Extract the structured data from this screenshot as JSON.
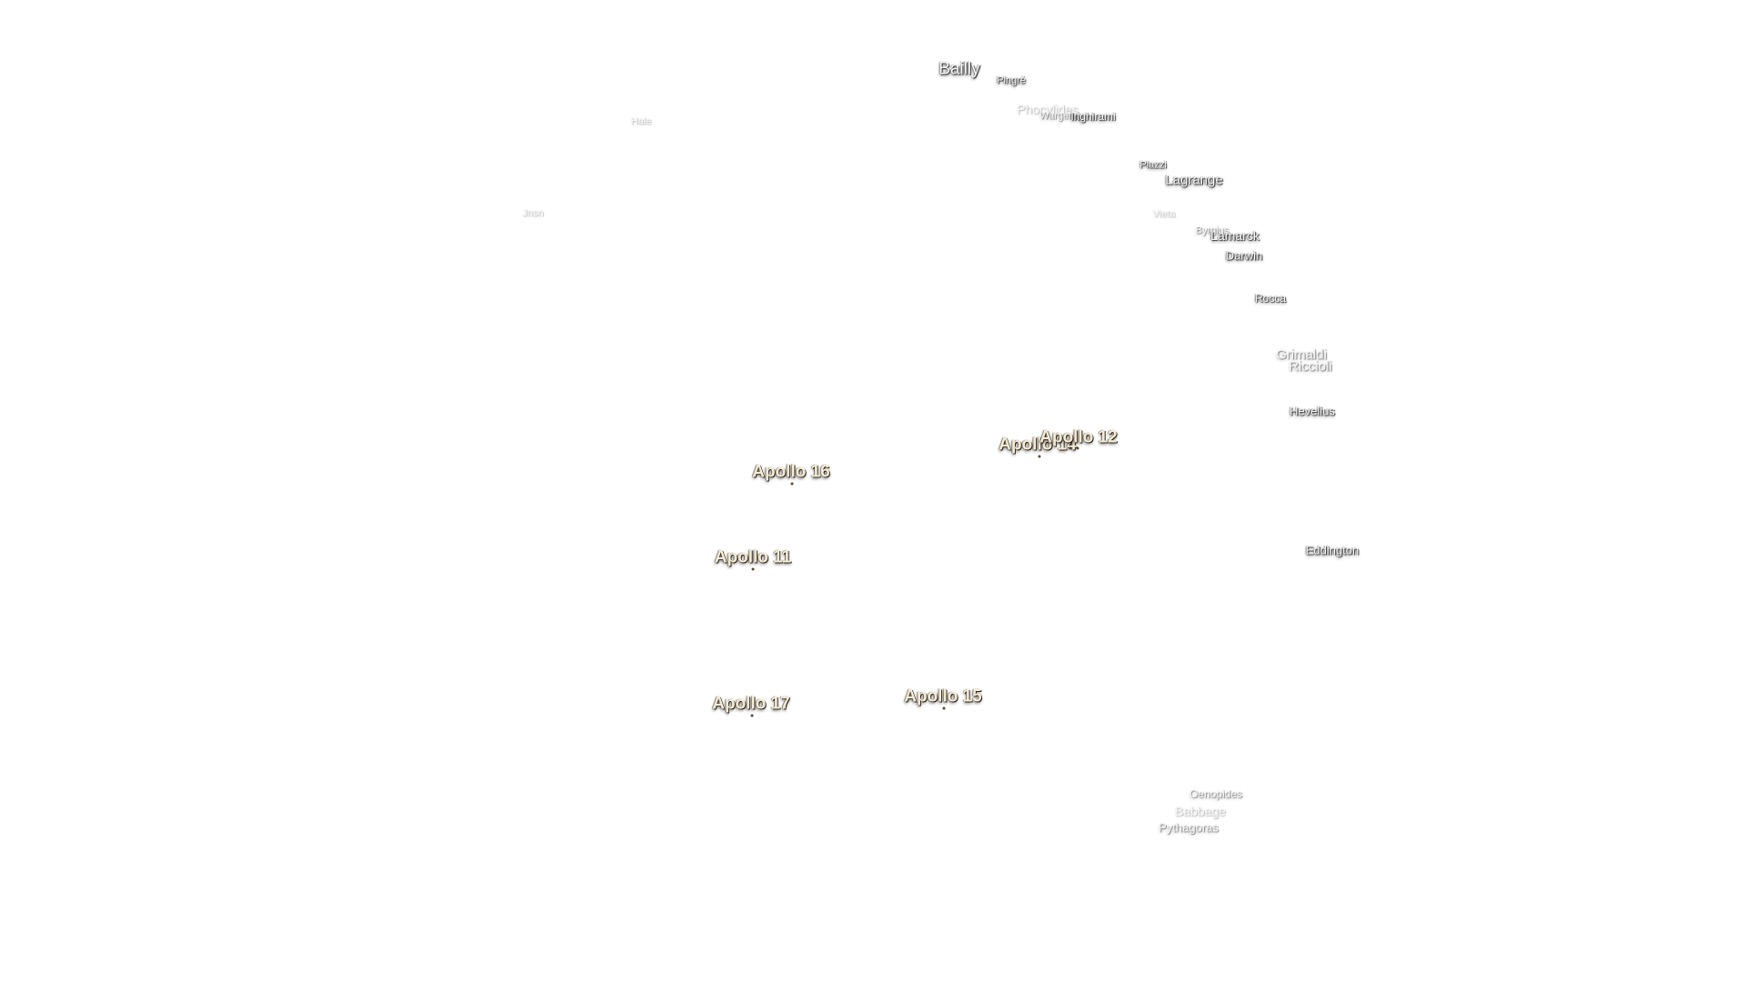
{
  "map": {
    "background_color": "#ffffff",
    "crater_labels": [
      {
        "id": "bailly",
        "text": "Bailly",
        "tone": "normal"
      },
      {
        "id": "pingre",
        "text": "Pingré",
        "tone": "normal"
      },
      {
        "id": "phocylides",
        "text": "Phocylides",
        "tone": "faint"
      },
      {
        "id": "wargentin",
        "text": "Wargentin",
        "tone": "dim"
      },
      {
        "id": "inghirami",
        "text": "Inghirami",
        "tone": "normal"
      },
      {
        "id": "hale",
        "text": "Hale",
        "tone": "faint"
      },
      {
        "id": "piazzi",
        "text": "Piazzi",
        "tone": "normal"
      },
      {
        "id": "lagrange",
        "text": "Lagrange",
        "tone": "normal"
      },
      {
        "id": "janssen",
        "text": "Jnsn",
        "tone": "faint"
      },
      {
        "id": "vieta",
        "text": "Vieta",
        "tone": "faint"
      },
      {
        "id": "byrgius",
        "text": "Byrgius",
        "tone": "dim"
      },
      {
        "id": "lamarck",
        "text": "Lamarck",
        "tone": "normal"
      },
      {
        "id": "darwin",
        "text": "Darwin",
        "tone": "normal"
      },
      {
        "id": "rocca",
        "text": "Rocca",
        "tone": "normal"
      },
      {
        "id": "grimaldi",
        "text": "Grimaldi",
        "tone": "dim"
      },
      {
        "id": "riccioli",
        "text": "Riccioli",
        "tone": "dim"
      },
      {
        "id": "hevelius",
        "text": "Hevelius",
        "tone": "normal"
      },
      {
        "id": "eddington",
        "text": "Eddington",
        "tone": "normal"
      },
      {
        "id": "oenopides",
        "text": "Oenopides",
        "tone": "dim"
      },
      {
        "id": "babbage",
        "text": "Babbage",
        "tone": "faint"
      },
      {
        "id": "pythagoras",
        "text": "Pythagoras",
        "tone": "dim"
      }
    ],
    "apollo_sites": [
      {
        "id": "apollo-16",
        "text": "Apollo 16"
      },
      {
        "id": "apollo-14",
        "text": "Apollo 14"
      },
      {
        "id": "apollo-12",
        "text": "Apollo 12"
      },
      {
        "id": "apollo-11",
        "text": "Apollo 11"
      },
      {
        "id": "apollo-17",
        "text": "Apollo 17"
      },
      {
        "id": "apollo-15",
        "text": "Apollo 15"
      }
    ]
  }
}
